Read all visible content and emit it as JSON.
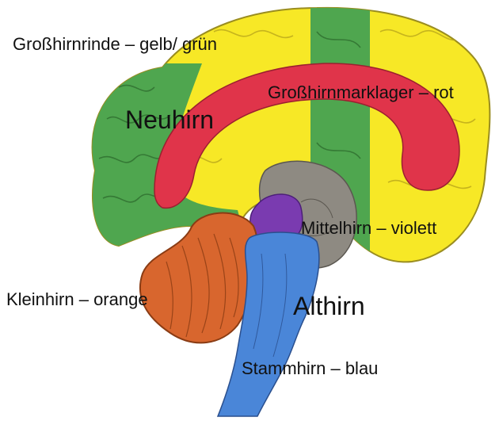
{
  "labels": {
    "cortex": "Großhirnrinde – gelb/ grün",
    "white_matter": "Großhirnmarklager – rot",
    "neocortex": "Neuhirn",
    "midbrain": "Mittelhirn – violett",
    "cerebellum": "Kleinhirn – orange",
    "paleo": "Althirn",
    "brainstem": "Stammhirn – blau"
  },
  "colors": {
    "yellow": "#f7e826",
    "green": "#4fa64f",
    "red": "#e0344a",
    "violet": "#7a3bb0",
    "orange": "#d8662e",
    "blue": "#4a86d8",
    "gray": "#8e8a82"
  }
}
